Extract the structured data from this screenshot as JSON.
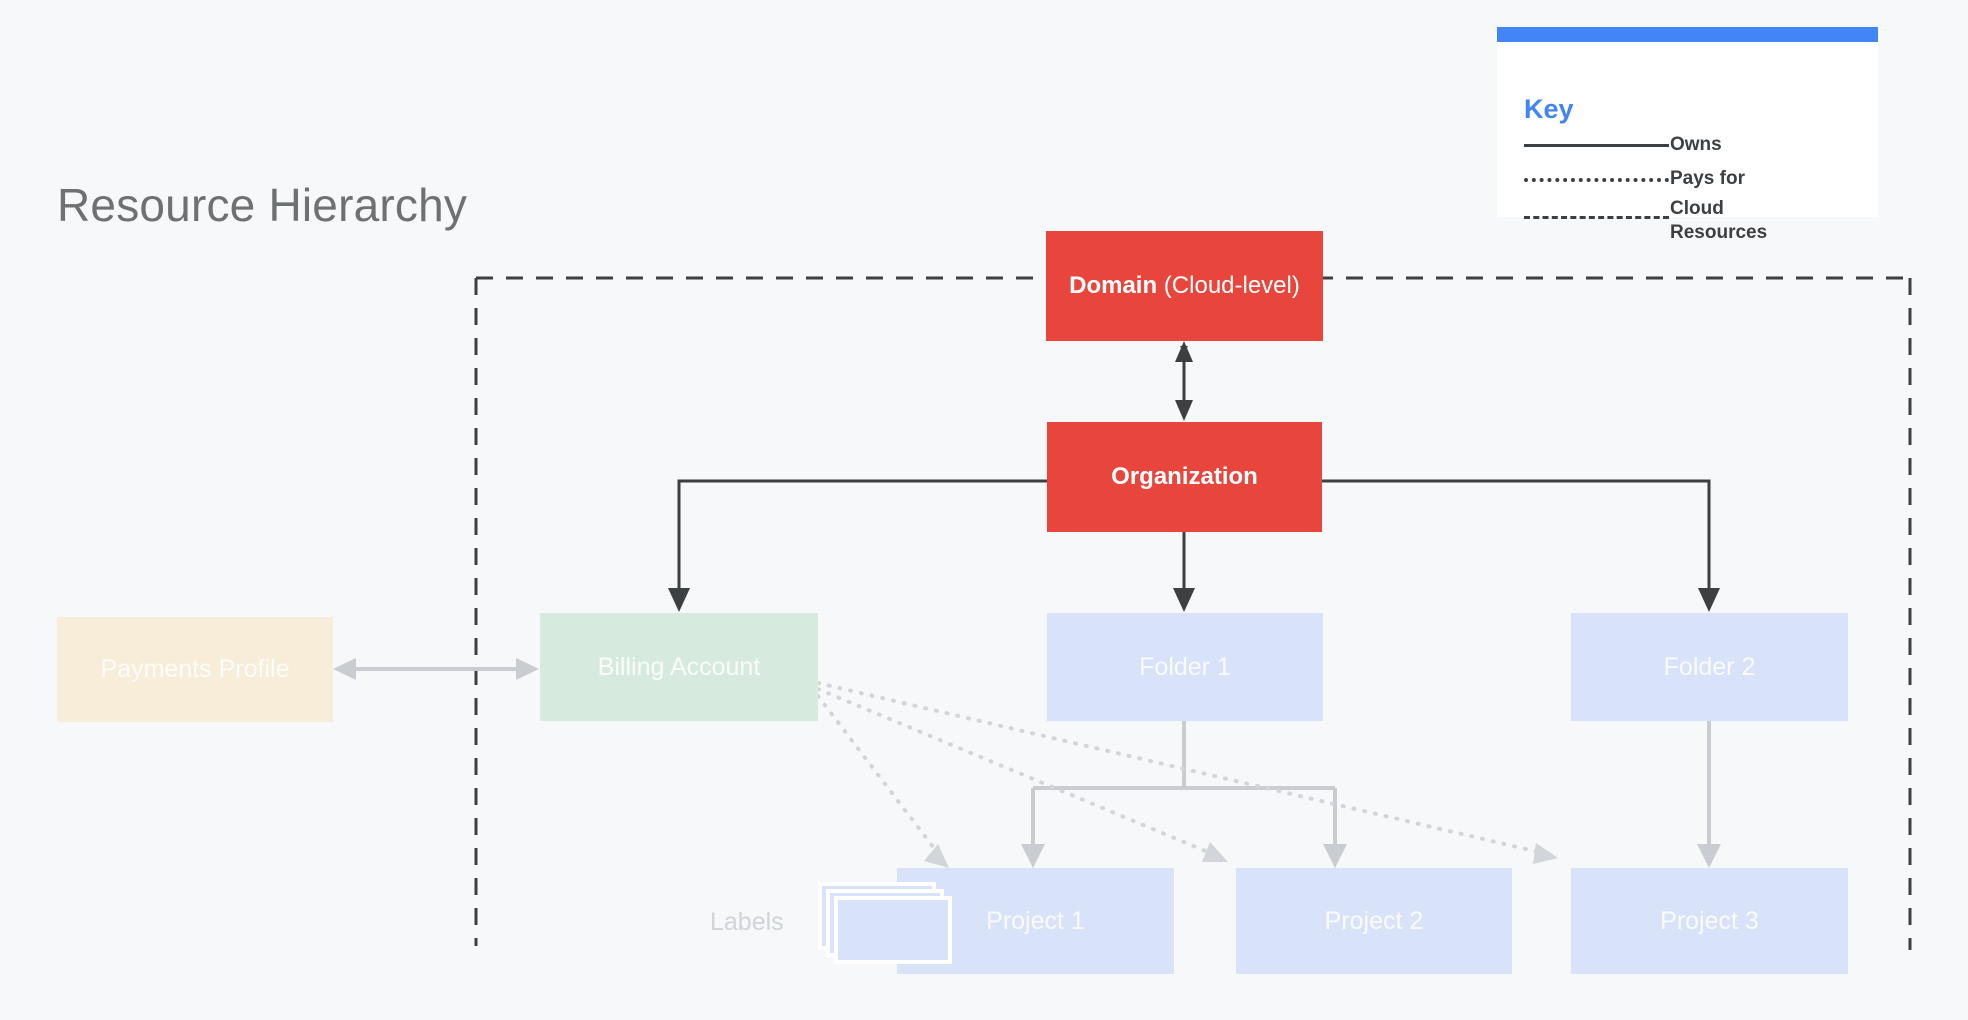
{
  "page": {
    "title": "Resource Hierarchy",
    "background_color": "#f6f8fa"
  },
  "key_panel": {
    "title": "Key",
    "accent_color": "#4285f4",
    "items": [
      {
        "style": "solid",
        "label": "Owns"
      },
      {
        "style": "dotted",
        "label": "Pays for"
      },
      {
        "style": "dashed",
        "label": "Cloud Resources"
      }
    ]
  },
  "nodes": {
    "domain": {
      "label_bold": "Domain",
      "label_regular": " (Cloud-level)",
      "color": "#e8453c"
    },
    "organization": {
      "label": "Organization",
      "color": "#e8453c"
    },
    "payments_profile": {
      "label": "Payments Profile",
      "color": "#f7edd8"
    },
    "billing_account": {
      "label": "Billing Account",
      "color": "#d6ebdd"
    },
    "folder1": {
      "label": "Folder 1",
      "color": "#d8e3f9"
    },
    "folder2": {
      "label": "Folder 2",
      "color": "#d8e3f9"
    },
    "project1": {
      "label": "Project 1",
      "color": "#d8e3f9"
    },
    "project2": {
      "label": "Project 2",
      "color": "#d8e3f9"
    },
    "project3": {
      "label": "Project 3",
      "color": "#d8e3f9"
    }
  },
  "annotations": {
    "labels_caption": "Labels"
  }
}
